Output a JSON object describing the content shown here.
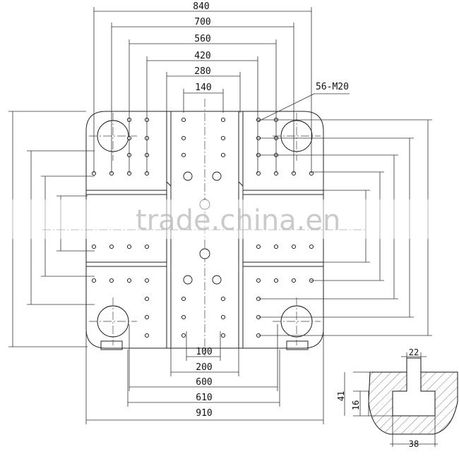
{
  "dimensions_top": [
    "840",
    "700",
    "560",
    "420",
    "280",
    "140"
  ],
  "thread_label": "56-M20",
  "dimensions_bottom": [
    "100",
    "200",
    "600",
    "610",
    "910"
  ],
  "slot_detail": {
    "top_width": "22",
    "depth": "41",
    "neck": "16",
    "bottom_width": "38"
  },
  "watermark": "trade.china.en",
  "colors": {
    "line": "#222222",
    "watermark": "#b9b9b9",
    "background": "#ffffff"
  }
}
